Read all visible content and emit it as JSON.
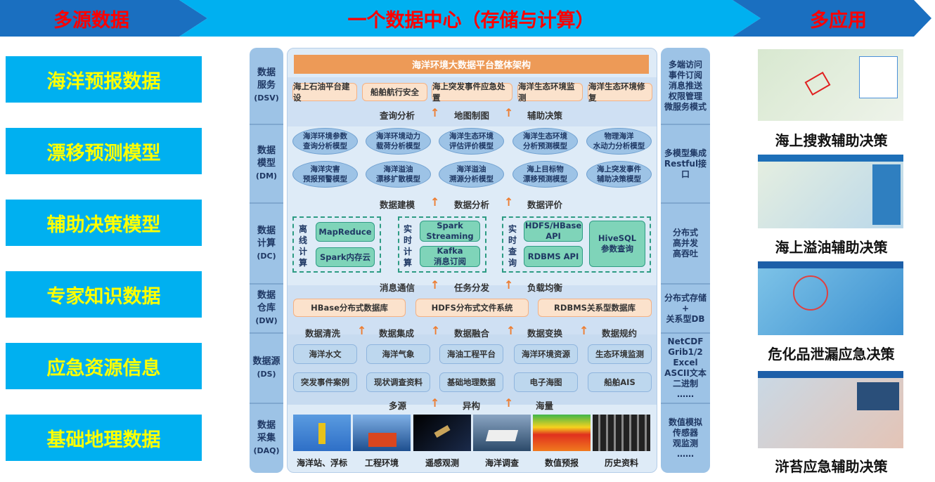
{
  "header": {
    "left": "多源数据",
    "center": "一个数据中心（存储与计算）",
    "right": "多应用"
  },
  "sources": [
    "海洋预报数据",
    "漂移预测模型",
    "辅助决策模型",
    "专家知识数据",
    "应急资源信息",
    "基础地理数据"
  ],
  "layers": [
    {
      "name": "数据服务",
      "code": "(DSV)"
    },
    {
      "name": "数据模型",
      "code": "(DM)"
    },
    {
      "name": "数据计算",
      "code": "(DC)"
    },
    {
      "name": "数据仓库",
      "code": "(DW)"
    },
    {
      "name": "数据源",
      "code": "(DS)"
    },
    {
      "name": "数据采集",
      "code": "(DAQ)"
    }
  ],
  "right_notes": [
    "多端访问\n事件订阅\n消息推送\n权限管理\n微服务模式",
    "多模型集成\nRestful接口",
    "分布式\n高并发\n高吞吐",
    "分布式存储\n+\n关系型DB",
    "NetCDF\nGrib1/2\nExcel\nASCII文本\n二进制\n……",
    "数值模拟\n传感器\n观监测\n……"
  ],
  "title": "海洋环境大数据平台整体架构",
  "services": [
    "海上石油平台建设",
    "船舶航行安全",
    "海上突发事件应急处置",
    "海洋生态环境监测",
    "海洋生态环境修复"
  ],
  "flow1": [
    "查询分析",
    "地图制图",
    "辅助决策"
  ],
  "models": [
    "海洋环境参数\n查询分析模型",
    "海洋环境动力\n载荷分析模型",
    "海洋生态环境\n评估评价模型",
    "海洋生态环境\n分析预测模型",
    "物理海洋\n水动力分析模型",
    "海洋灾害\n预报预警模型",
    "海洋溢油\n漂移扩散模型",
    "海洋溢油\n溯源分析模型",
    "海上目标物\n漂移预测模型",
    "海上突发事件\n辅助决策模型"
  ],
  "flow2": [
    "数据建模",
    "数据分析",
    "数据评价"
  ],
  "compute": {
    "offline": {
      "label": "离线计算",
      "items": [
        "MapReduce",
        "Spark内存云"
      ]
    },
    "realtime": {
      "label": "实时计算",
      "items": [
        "Spark\nStreaming",
        "Kafka\n消息订阅"
      ]
    },
    "query": {
      "label": "实时查询",
      "items": [
        "HDFS/HBase\nAPI",
        "RDBMS API",
        "HiveSQL\n参数查询"
      ]
    }
  },
  "flow3": [
    "消息通信",
    "任务分发",
    "负载均衡"
  ],
  "warehouse": [
    "HBase分布式数据库",
    "HDFS分布式文件系统",
    "RDBMS关系型数据库"
  ],
  "flow4": [
    "数据清洗",
    "数据集成",
    "数据融合",
    "数据变换",
    "数据规约"
  ],
  "datasources": [
    "海洋水文",
    "海洋气象",
    "海油工程平台",
    "海洋环境资源",
    "生态环境监测",
    "突发事件案例",
    "现状调查资料",
    "基础地理数据",
    "电子海图",
    "船舶AIS"
  ],
  "flow5": [
    "多源",
    "异构",
    "海量"
  ],
  "acquisition": [
    "海洋站、浮标",
    "工程环境",
    "遥感观测",
    "海洋调查",
    "数值预报",
    "历史资料"
  ],
  "applications": [
    "海上搜救辅助决策",
    "海上溢油辅助决策",
    "危化品泄漏应急决策",
    "浒苔应急辅助决策"
  ],
  "colors": {
    "dark_blue": "#1a6fc0",
    "light_blue": "#00b0f0",
    "header_text": "#ff0000",
    "source_text": "#ffff00",
    "title_bar": "#ed9a57",
    "arrow": "#ed7d31"
  }
}
